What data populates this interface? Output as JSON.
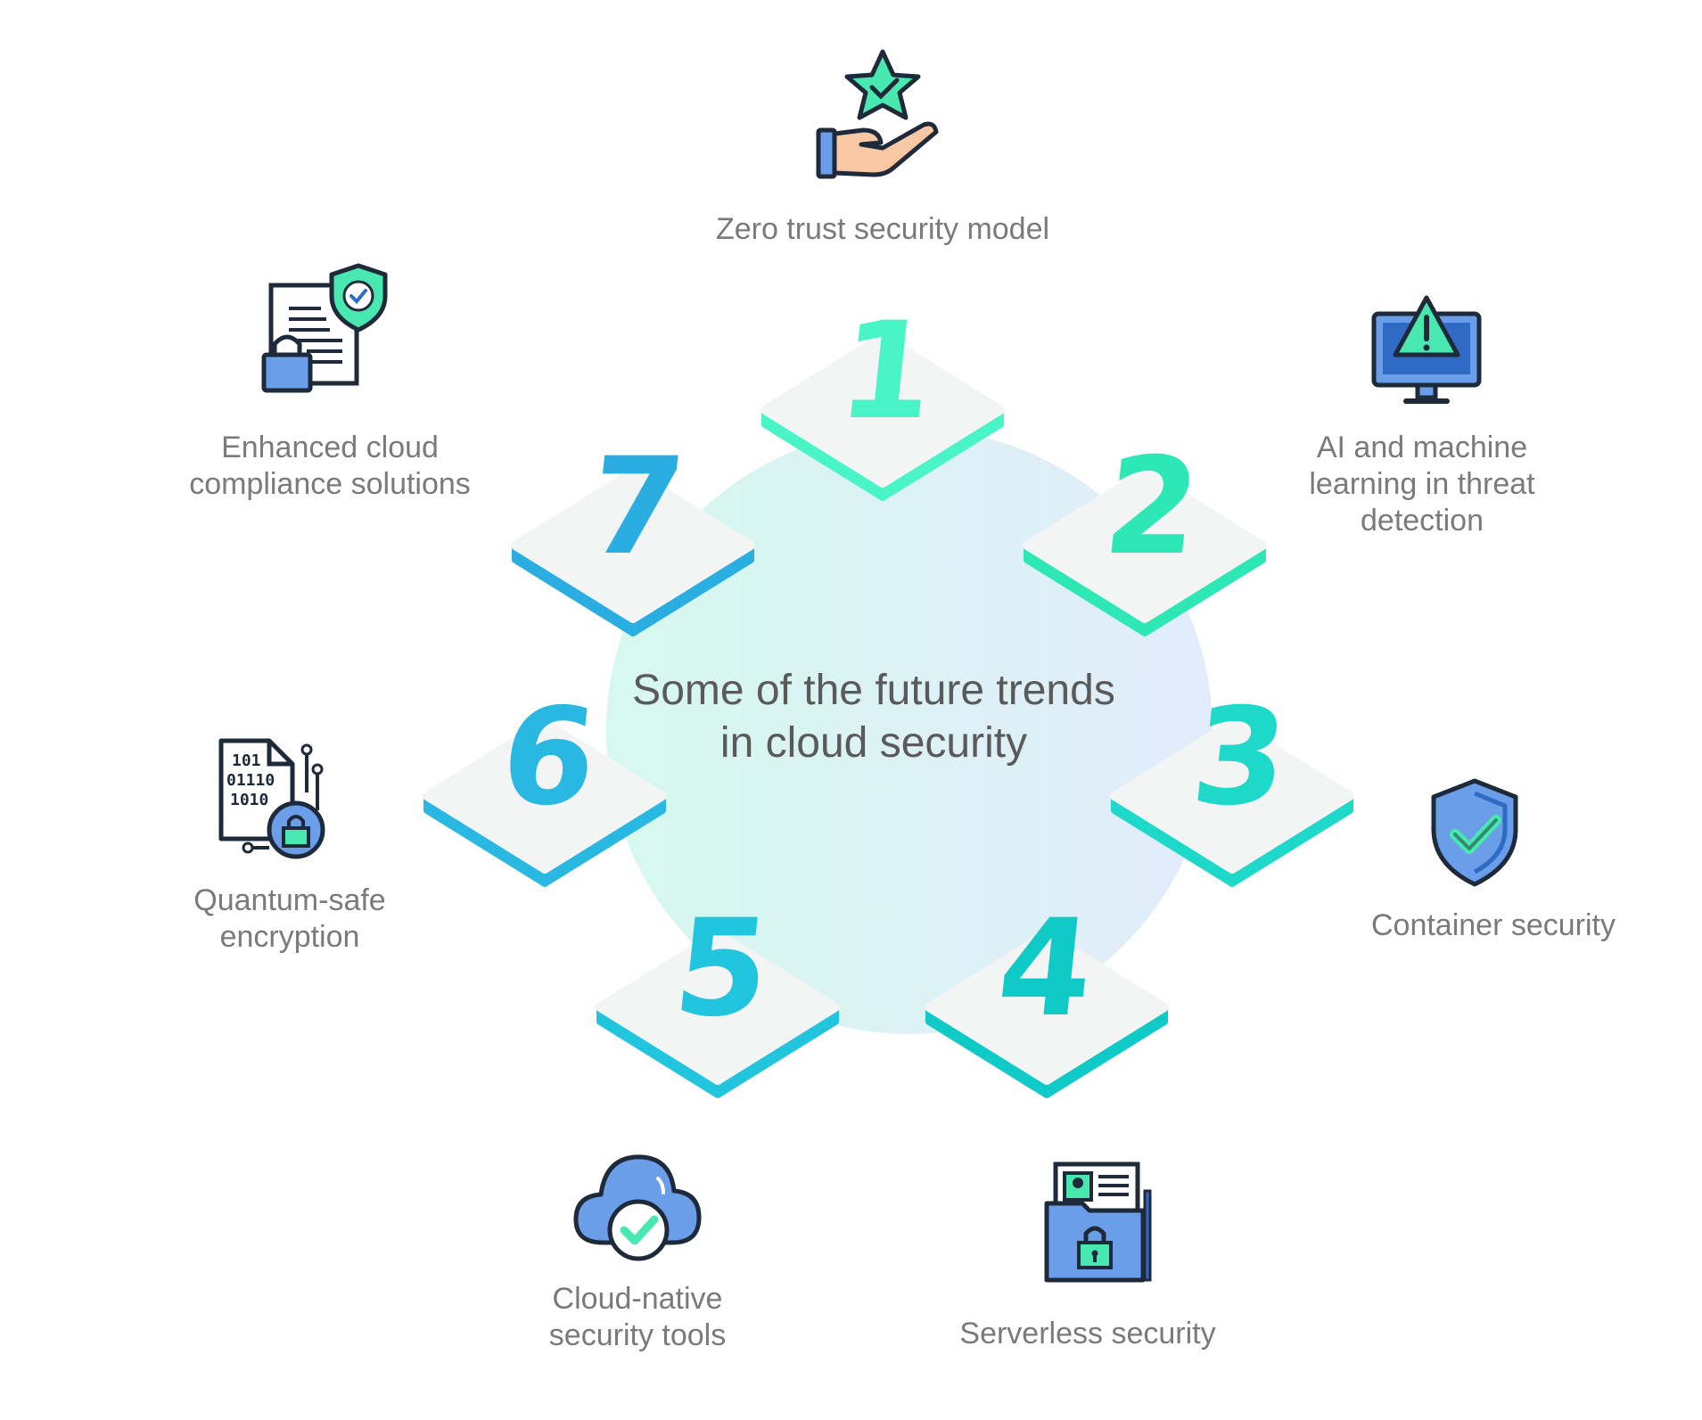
{
  "title": "Some of the future trends in cloud security",
  "colors": {
    "background": "#ffffff",
    "center_circle_left": "#d8f8f0",
    "center_circle_right": "#e0ecfb",
    "tile_top": "#f3f4f4",
    "label_text": "#7a7a7a",
    "title_text": "#5a5a5a"
  },
  "trends": [
    {
      "number": "1",
      "label": "Zero trust security model",
      "color": "#49f5c6",
      "icon": "hand-star-icon"
    },
    {
      "number": "2",
      "label": "AI and machine learning in threat detection",
      "color": "#2de8b4",
      "icon": "monitor-warning-icon"
    },
    {
      "number": "3",
      "label": "Container security",
      "color": "#1ed9c9",
      "icon": "shield-check-icon"
    },
    {
      "number": "4",
      "label": "Serverless security",
      "color": "#0fcac6",
      "icon": "folder-lock-icon"
    },
    {
      "number": "5",
      "label": "Cloud-native security tools",
      "color": "#21c6de",
      "icon": "cloud-check-icon"
    },
    {
      "number": "6",
      "label": "Quantum-safe encryption",
      "color": "#28b8e2",
      "icon": "binary-lock-icon"
    },
    {
      "number": "7",
      "label": "Enhanced cloud compliance solutions",
      "color": "#2aade1",
      "icon": "document-shield-lock-icon"
    }
  ]
}
